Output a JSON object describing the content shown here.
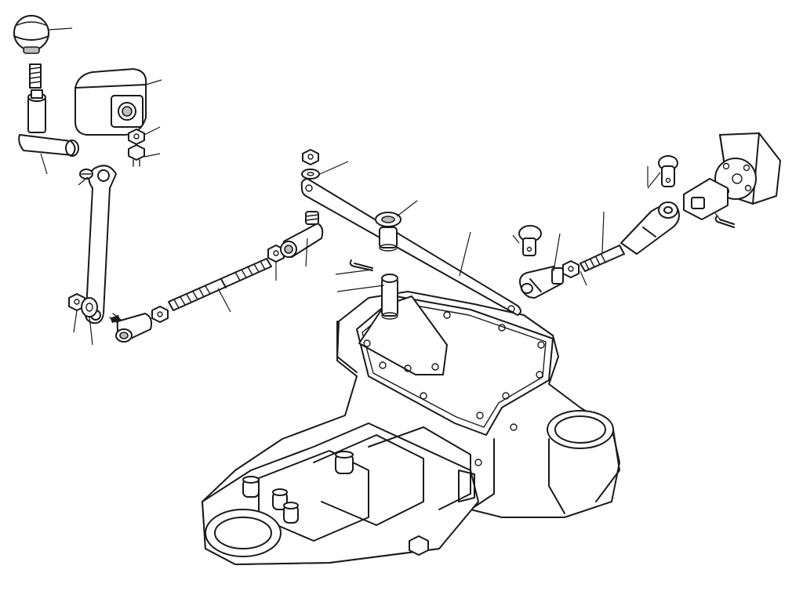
{
  "diagram": {
    "style": "exploded-parts-line-drawing",
    "background_color": "#ffffff",
    "ink_color": "#1a1a1a",
    "parts": [
      {
        "id": "knob",
        "icon": "ball-knob"
      },
      {
        "id": "lever",
        "icon": "shift-lever"
      },
      {
        "id": "lever-boot",
        "icon": "lever-housing"
      },
      {
        "id": "lever-nut",
        "icon": "hex-nut"
      },
      {
        "id": "lever-bolt",
        "icon": "bolt"
      },
      {
        "id": "lever-pin",
        "icon": "pin"
      },
      {
        "id": "link-arm",
        "icon": "link-arm"
      },
      {
        "id": "arm-nut",
        "icon": "hex-nut"
      },
      {
        "id": "arm-washer",
        "icon": "washer"
      },
      {
        "id": "ball-joint-left",
        "icon": "ball-joint"
      },
      {
        "id": "jam-nut-left",
        "icon": "hex-nut"
      },
      {
        "id": "threaded-rod",
        "icon": "threaded-rod"
      },
      {
        "id": "rod-nut",
        "icon": "hex-nut"
      },
      {
        "id": "ball-joint-right",
        "icon": "ball-joint"
      },
      {
        "id": "top-nut",
        "icon": "hex-nut"
      },
      {
        "id": "top-washer",
        "icon": "washer"
      },
      {
        "id": "cross-bar",
        "icon": "link-bar"
      },
      {
        "id": "bushing",
        "icon": "bushing"
      },
      {
        "id": "cotter-pin",
        "icon": "cotter-pin"
      },
      {
        "id": "pivot-shaft",
        "icon": "shaft"
      },
      {
        "id": "clevis-pin-left",
        "icon": "clevis-pin"
      },
      {
        "id": "clevis-left",
        "icon": "clevis"
      },
      {
        "id": "clevis-nut",
        "icon": "hex-nut"
      },
      {
        "id": "clevis-rod",
        "icon": "threaded-rod"
      },
      {
        "id": "clevis-right",
        "icon": "clevis"
      },
      {
        "id": "clevis-pin-right",
        "icon": "clevis-pin"
      },
      {
        "id": "cotter-right",
        "icon": "cotter-pin"
      },
      {
        "id": "output-flange",
        "icon": "flange"
      },
      {
        "id": "housing",
        "icon": "transmission-housing"
      }
    ]
  }
}
